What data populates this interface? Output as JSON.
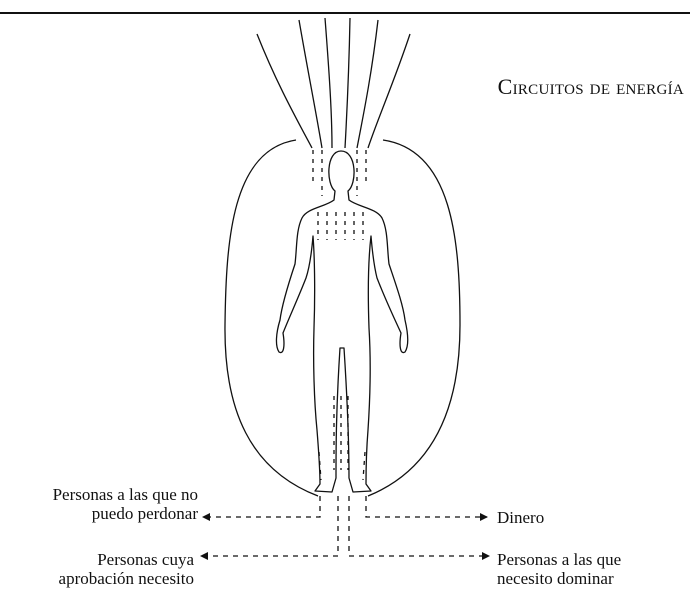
{
  "title": "Circuitos de energía",
  "labels": {
    "unforgiven": {
      "line1": "Personas a las que no",
      "line2": "puedo perdonar"
    },
    "approval": {
      "line1": "Personas cuya",
      "line2": "aprobación necesito"
    },
    "money": {
      "line1": "Dinero"
    },
    "dominate": {
      "line1": "Personas a las que",
      "line2": "necesito dominar"
    }
  },
  "colors": {
    "ink": "#111111",
    "paper": "#ffffff"
  }
}
